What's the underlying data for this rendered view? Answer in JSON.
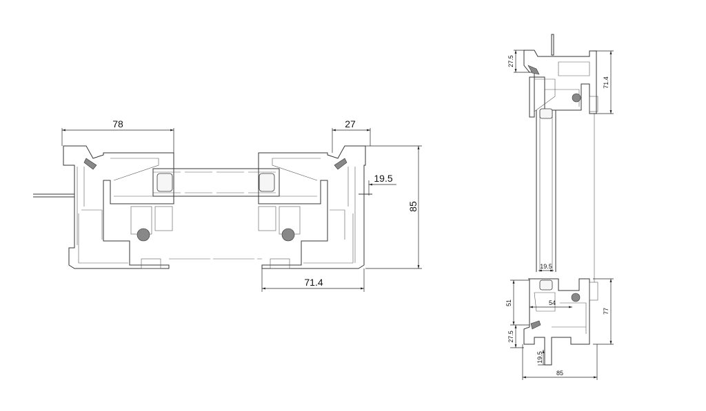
{
  "left_section": {
    "dim_sash_width": "78",
    "dim_overlap": "27",
    "dim_rebate": "19.5",
    "dim_depth": "85",
    "dim_frame": "71.4"
  },
  "right_section": {
    "dim_top_rebate": "27.5",
    "dim_top_frame": "71.4",
    "dim_glass_rebate": "19.5",
    "dim_sash_height": "51",
    "dim_sash_depth": "54",
    "dim_frame_height": "77",
    "dim_bottom_rebate": "27.5",
    "dim_sill_rebate": "19.5",
    "dim_total_depth": "85"
  }
}
